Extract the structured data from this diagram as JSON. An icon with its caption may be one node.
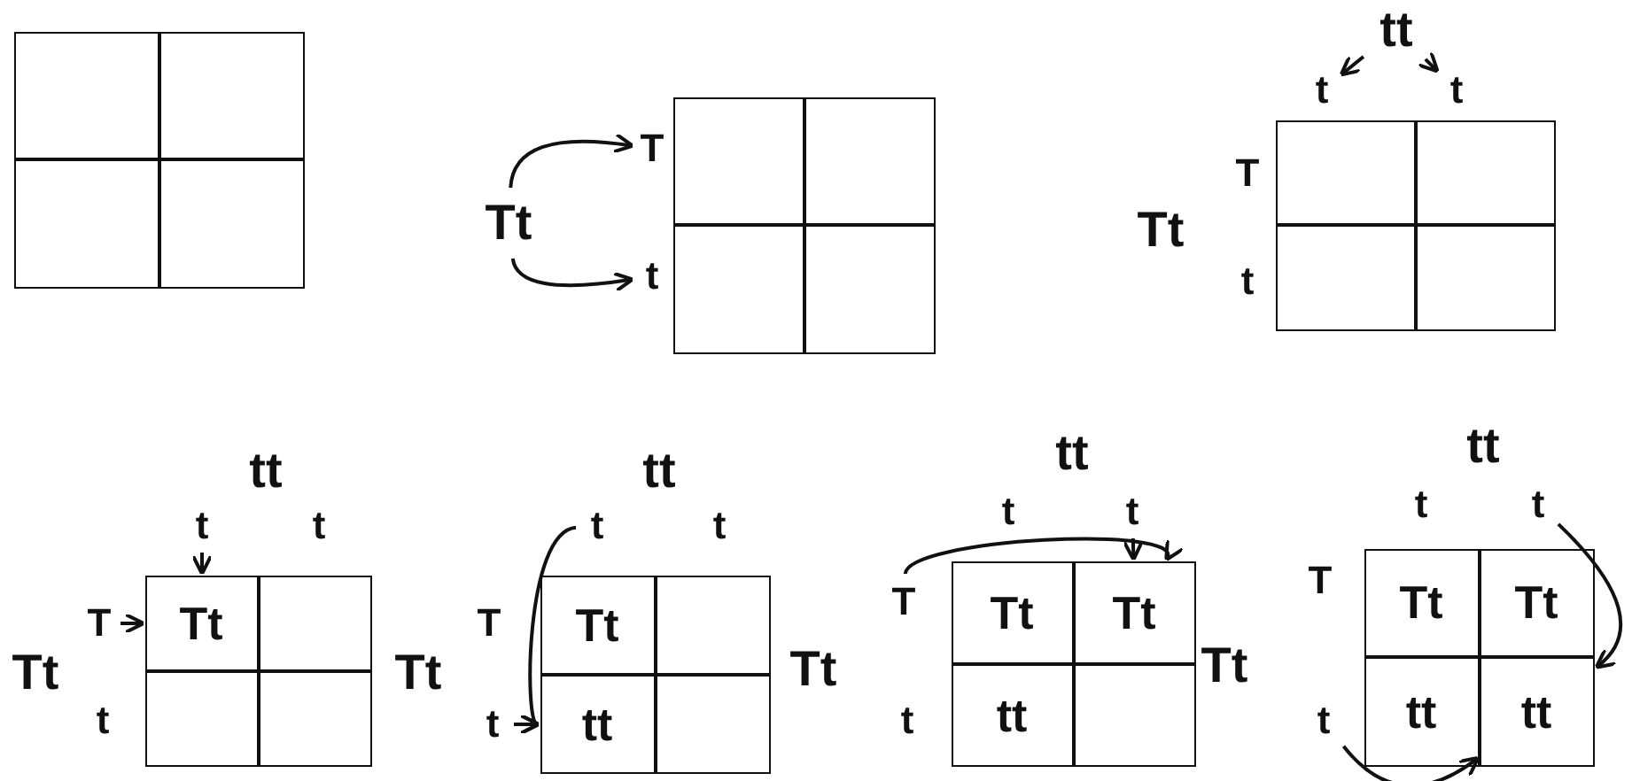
{
  "diagram": {
    "nodes": [
      {
        "text": [],
        "shape": "box"
      },
      {
        "text": [],
        "shape": "box",
        "in": 0
      },
      {
        "text": [],
        "shape": "box",
        "in": 0
      },
      {
        "text": [],
        "shape": "box",
        "in": 0
      },
      {
        "text": [],
        "shape": "box",
        "in": 0
      },
      {
        "text": [
          "Tt"
        ]
      },
      {
        "text": [
          "T"
        ]
      },
      {
        "text": [
          "t"
        ]
      },
      {
        "text": [],
        "shape": "box"
      },
      {
        "text": [],
        "shape": "box",
        "in": 8
      },
      {
        "text": [],
        "shape": "box",
        "in": 8
      },
      {
        "text": [],
        "shape": "box",
        "in": 8
      },
      {
        "text": [],
        "shape": "box",
        "in": 8
      },
      {
        "text": [
          "tt"
        ]
      },
      {
        "text": [
          "t"
        ]
      },
      {
        "text": [
          "t"
        ]
      },
      {
        "text": [
          "Tt"
        ]
      },
      {
        "text": [
          "T"
        ]
      },
      {
        "text": [
          "t"
        ]
      },
      {
        "text": [],
        "shape": "box"
      },
      {
        "text": [],
        "shape": "box",
        "in": 19
      },
      {
        "text": [],
        "shape": "box",
        "in": 19
      },
      {
        "text": [],
        "shape": "box",
        "in": 19
      },
      {
        "text": [],
        "shape": "box",
        "in": 19
      },
      {
        "text": [
          "tt"
        ]
      },
      {
        "text": [
          "t"
        ]
      },
      {
        "text": [
          "t"
        ]
      },
      {
        "text": [
          "Tt"
        ]
      },
      {
        "text": [
          "T"
        ]
      },
      {
        "text": [
          "t"
        ]
      },
      {
        "text": [],
        "shape": "box"
      },
      {
        "text": [
          "Tt"
        ],
        "in": 30
      },
      {
        "text": [],
        "shape": "box",
        "in": 30
      },
      {
        "text": [],
        "shape": "box",
        "in": 30
      },
      {
        "text": [],
        "shape": "box",
        "in": 30
      },
      {
        "text": [
          "tt"
        ]
      },
      {
        "text": [
          "t"
        ]
      },
      {
        "text": [
          "t"
        ]
      },
      {
        "text": [
          "Tt"
        ]
      },
      {
        "text": [
          "T"
        ]
      },
      {
        "text": [
          "t"
        ]
      },
      {
        "text": [],
        "shape": "box"
      },
      {
        "text": [
          "Tt"
        ],
        "in": 41
      },
      {
        "text": [],
        "shape": "box",
        "in": 41
      },
      {
        "text": [
          "tt"
        ],
        "in": 41
      },
      {
        "text": [],
        "shape": "box",
        "in": 41
      },
      {
        "text": [
          "tt"
        ]
      },
      {
        "text": [
          "t"
        ]
      },
      {
        "text": [
          "t"
        ]
      },
      {
        "text": [
          "Tt"
        ]
      },
      {
        "text": [
          "T"
        ]
      },
      {
        "text": [
          "t"
        ]
      },
      {
        "text": [],
        "shape": "box"
      },
      {
        "text": [
          "Tt"
        ],
        "in": 52
      },
      {
        "text": [
          "Tt"
        ],
        "in": 52
      },
      {
        "text": [
          "tt"
        ],
        "in": 52
      },
      {
        "text": [],
        "shape": "box",
        "in": 52
      },
      {
        "text": [
          "tt"
        ]
      },
      {
        "text": [
          "t"
        ]
      },
      {
        "text": [
          "t"
        ]
      },
      {
        "text": [
          "Tt"
        ]
      },
      {
        "text": [
          "T"
        ]
      },
      {
        "text": [
          "t"
        ]
      },
      {
        "text": [],
        "shape": "box"
      },
      {
        "text": [
          "Tt"
        ],
        "in": 63
      },
      {
        "text": [
          "Tt"
        ],
        "in": 63
      },
      {
        "text": [
          "tt"
        ],
        "in": 63
      },
      {
        "text": [
          "tt"
        ],
        "in": 63
      }
    ],
    "edges": [
      {
        "from": 5,
        "to": 6,
        "arrow": "to"
      },
      {
        "from": 5,
        "to": 7,
        "arrow": "to"
      },
      {
        "from": 13,
        "to": 14,
        "arrow": "to"
      },
      {
        "from": 13,
        "to": 15,
        "arrow": "to"
      },
      {
        "from": 25,
        "to": 31,
        "arrow": "to"
      },
      {
        "from": 28,
        "to": 31,
        "arrow": "to"
      },
      {
        "from": 36,
        "to": 44,
        "arrow": "to"
      },
      {
        "from": 40,
        "to": 44,
        "arrow": "to"
      },
      {
        "from": 48,
        "to": 54,
        "arrow": "to"
      },
      {
        "from": 50,
        "to": 54,
        "arrow": "to"
      },
      {
        "from": 59,
        "to": 67,
        "arrow": "to"
      },
      {
        "from": 62,
        "to": 67,
        "arrow": "to"
      }
    ]
  }
}
